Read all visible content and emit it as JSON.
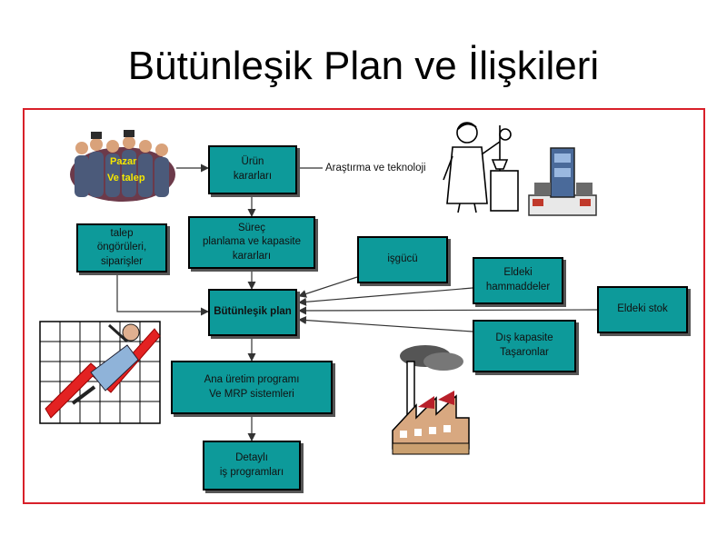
{
  "title": "Bütünleşik Plan ve İlişkileri",
  "market": {
    "line1": "Pazar",
    "line2": "Ve talep"
  },
  "boxes": {
    "urun": "Ürün\nkararları",
    "surec": "Süreç\nplanlama ve kapasite\nkararları",
    "talep": "talep\nöngörüleri,\nsiparişler",
    "isgucu": "işgücü",
    "eldeki_hammadde": "Eldeki\nhammaddeler",
    "eldeki_stok": "Eldeki stok",
    "butunlesik": "Bütünleşik plan",
    "dis_kapasite": "Dış kapasite\nTaşaronlar",
    "ana_uretim": "Ana üretim programı\nVe MRP sistemleri",
    "detayli": "Detaylı\niş programları"
  },
  "research_label": "Araştırma ve teknoloji",
  "colors": {
    "box_fill": "#0d9a9a",
    "frame": "#d8202a",
    "arrow": "#333333",
    "market_text": "#f5e600"
  },
  "icons": [
    "crowd-illustration",
    "scientist-illustration",
    "machine-illustration",
    "chart-man-illustration",
    "factory-illustration"
  ]
}
